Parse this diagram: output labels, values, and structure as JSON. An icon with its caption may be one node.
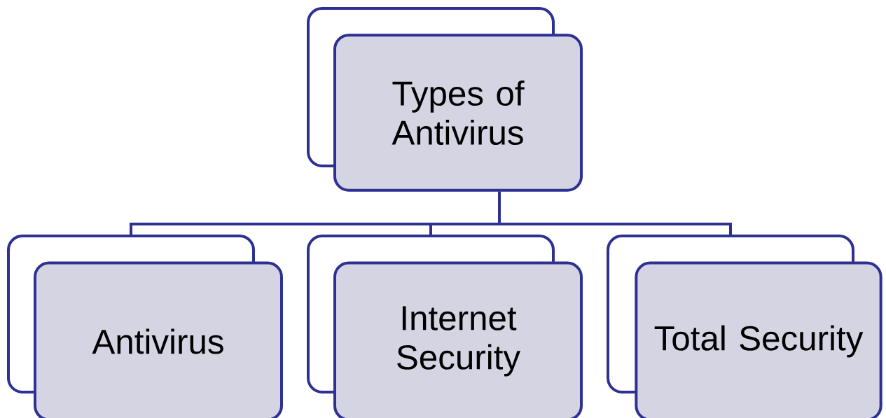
{
  "diagram": {
    "nodes": [
      {
        "text": [
          "Types of Antivirus"
        ]
      },
      {
        "text": [
          "Antivirus"
        ]
      },
      {
        "text": [
          "Internet Security"
        ]
      },
      {
        "text": [
          "Total Security"
        ]
      }
    ],
    "edges": [
      {
        "from": 0,
        "to": 1,
        "arrow": "none"
      },
      {
        "from": 0,
        "to": 2,
        "arrow": "none"
      },
      {
        "from": 0,
        "to": 3,
        "arrow": "none"
      }
    ]
  }
}
